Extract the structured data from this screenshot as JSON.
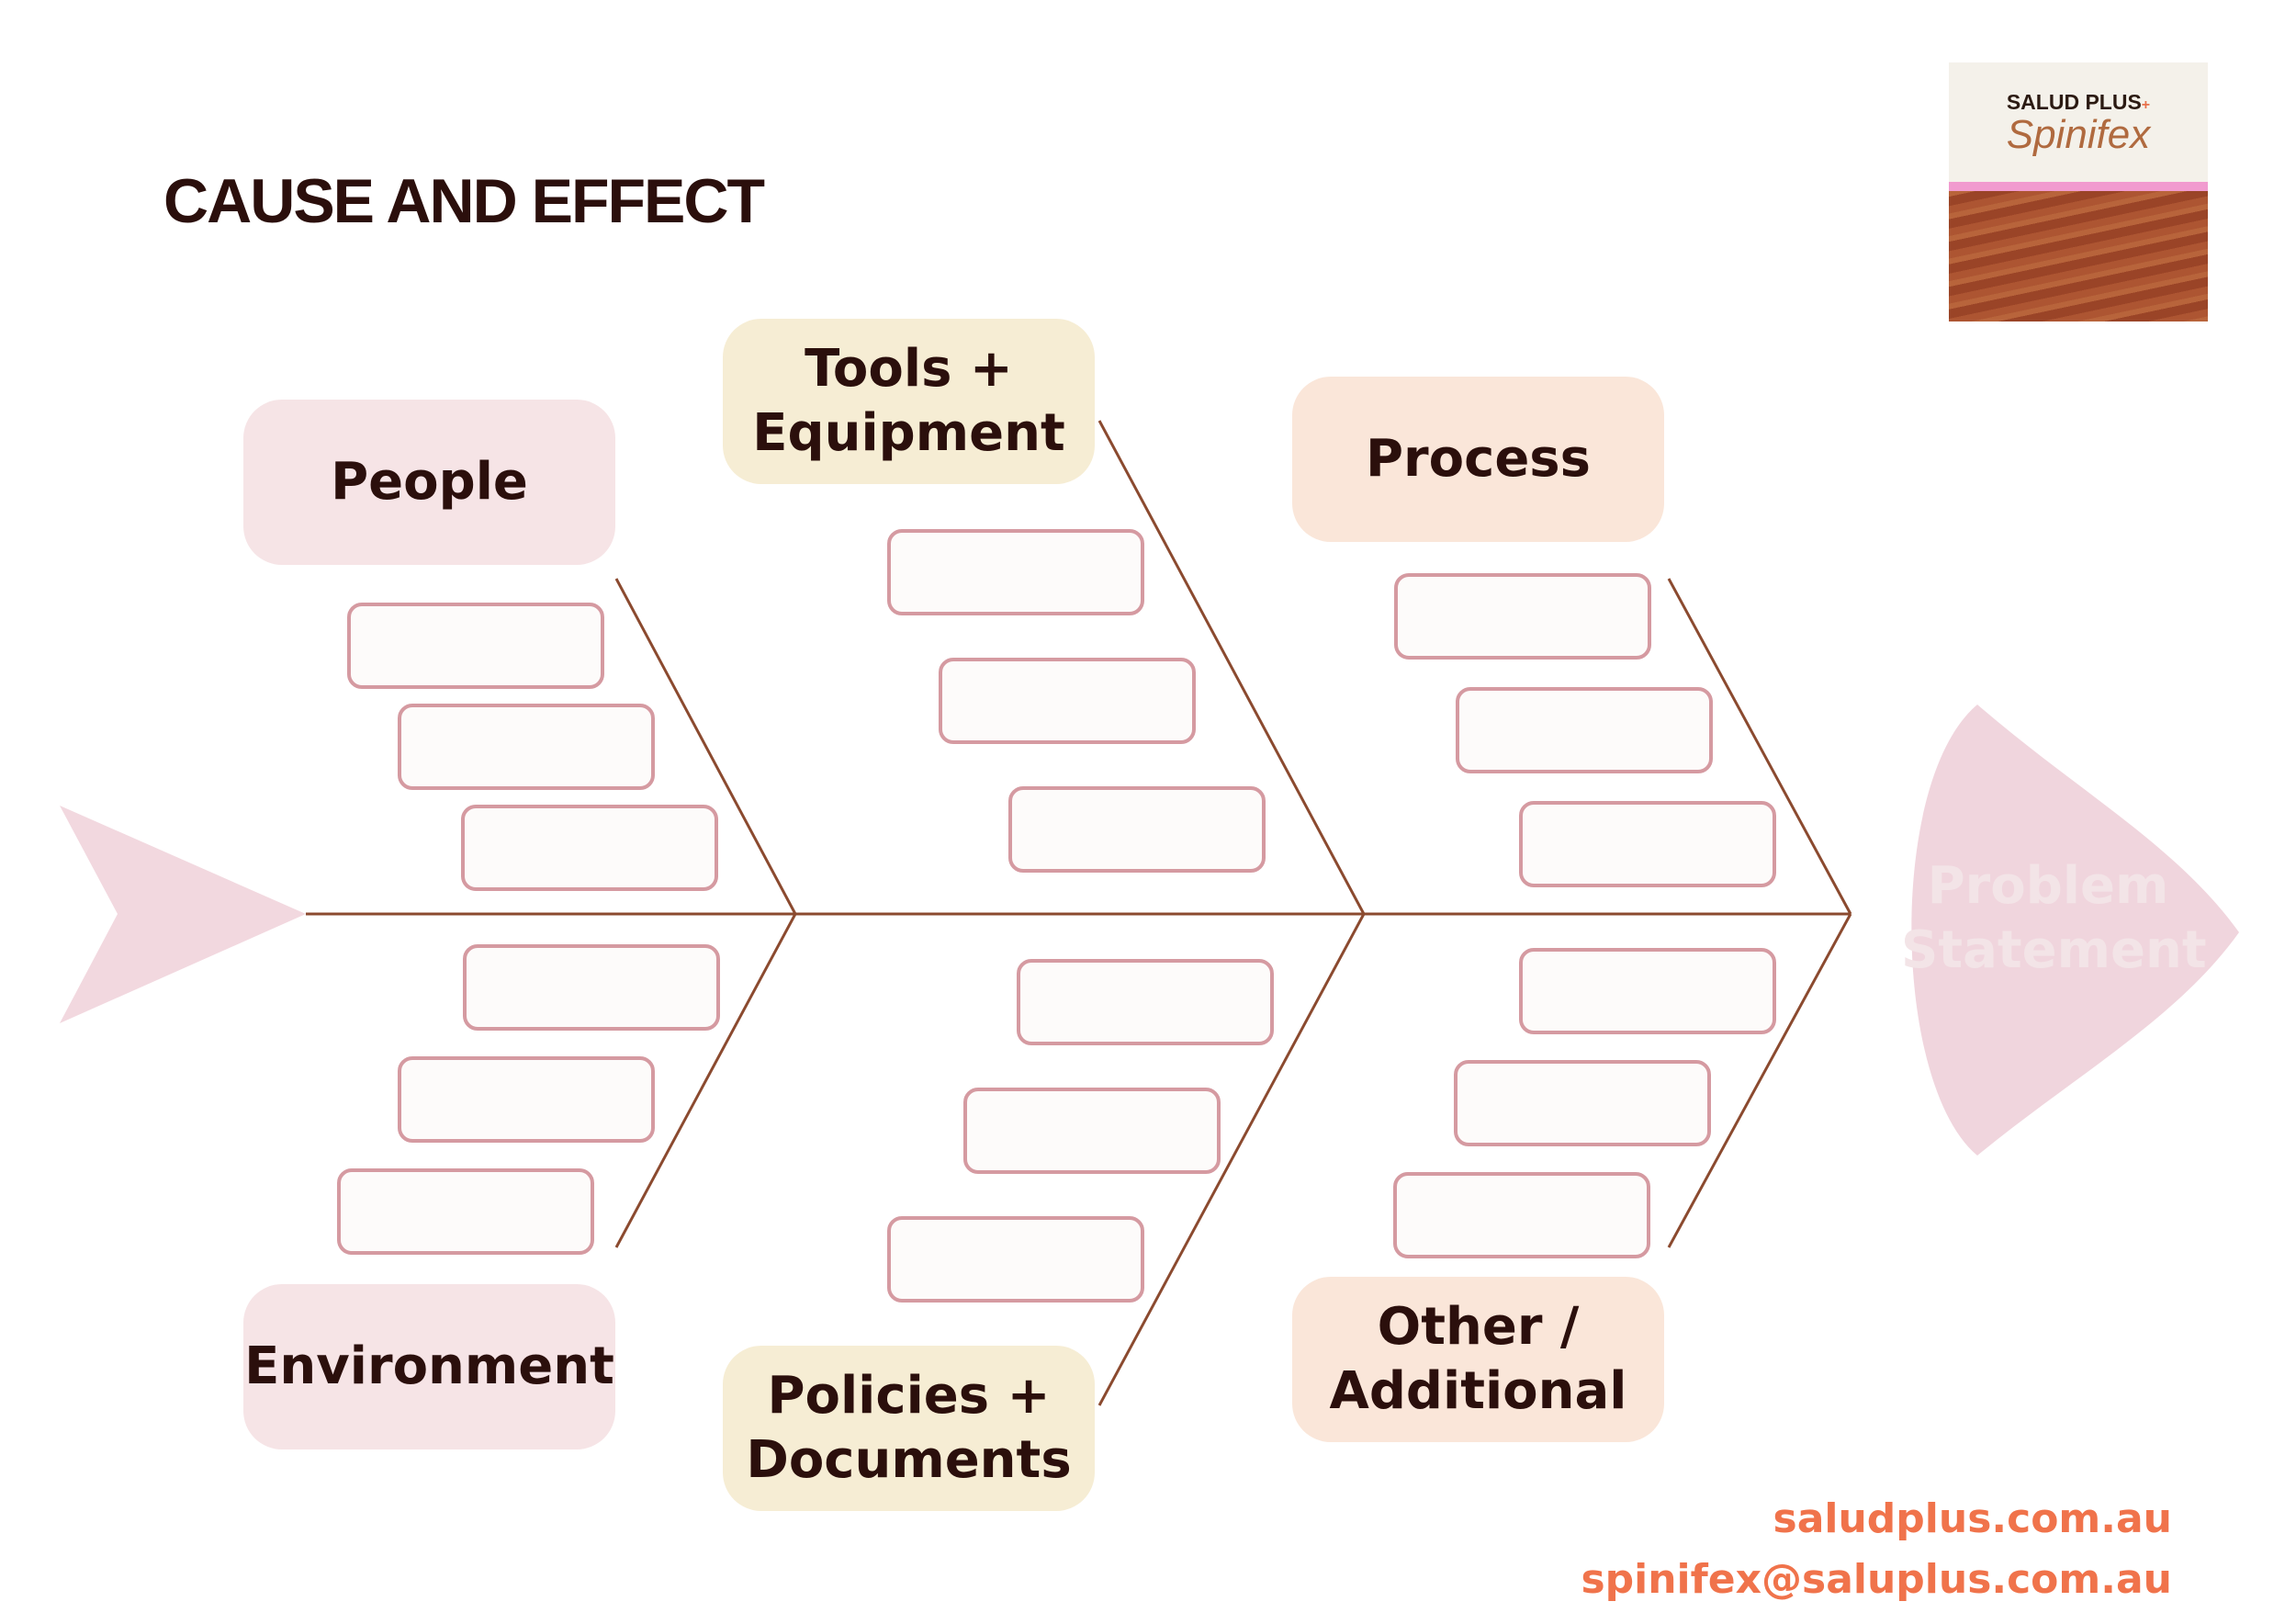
{
  "title": "CAUSE AND EFFECT",
  "categories": {
    "people": "People",
    "tools": "Tools +\nEquipment",
    "process": "Process",
    "environment": "Environment",
    "policies": "Policies +\nDocuments",
    "other": "Other /\nAdditional"
  },
  "head": {
    "label": "Problem\nStatement"
  },
  "logo": {
    "brand": "SALUD PLUS",
    "brand_plus": "+",
    "script": "Spinifex"
  },
  "contact": {
    "website": "saludplus.com.au",
    "email": "spinifex@saluplus.com.au"
  },
  "colors": {
    "spine": "#8b4a2f",
    "people": "#f6e4e6",
    "tools": "#f6edd4",
    "process": "#fae6d9",
    "head": "#f0d5dd",
    "slot_border": "#d59aa1",
    "contact": "#f0734b"
  }
}
